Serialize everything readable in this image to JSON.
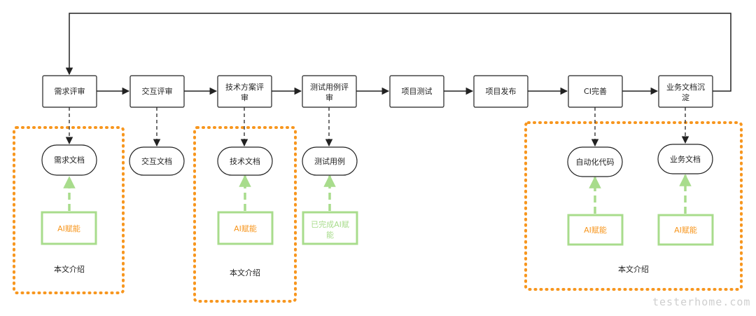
{
  "process_steps": [
    {
      "lines": [
        "需求评审"
      ]
    },
    {
      "lines": [
        "交互评审"
      ]
    },
    {
      "lines": [
        "技术方案评",
        "审"
      ]
    },
    {
      "lines": [
        "测试用例评",
        "审"
      ]
    },
    {
      "lines": [
        "项目测试"
      ]
    },
    {
      "lines": [
        "项目发布"
      ]
    },
    {
      "lines": [
        "CI完善"
      ]
    },
    {
      "lines": [
        "业务文档沉",
        "淀"
      ]
    }
  ],
  "artifacts": [
    {
      "label": "需求文档"
    },
    {
      "label": "交互文档"
    },
    {
      "label": "技术文档"
    },
    {
      "label": "测试用例"
    },
    {
      "label": "自动化代码"
    },
    {
      "label": "业务文档"
    }
  ],
  "ai_boxes": [
    {
      "lines": [
        "AI赋能"
      ],
      "status": "planned"
    },
    {
      "lines": [
        "AI赋能"
      ],
      "status": "planned"
    },
    {
      "lines": [
        "已完成AI赋",
        "能"
      ],
      "status": "done"
    },
    {
      "lines": [
        "AI赋能"
      ],
      "status": "planned"
    },
    {
      "lines": [
        "AI赋能"
      ],
      "status": "planned"
    }
  ],
  "group_labels": [
    "本文介绍",
    "本文介绍",
    "本文介绍"
  ],
  "watermark": "testerhome.com",
  "colors": {
    "node_stroke": "#222222",
    "ai_box_stroke": "#a8dc8c",
    "ai_text": "#f7961e",
    "done_text": "#a8dc8c",
    "group_border": "#f7961e"
  }
}
